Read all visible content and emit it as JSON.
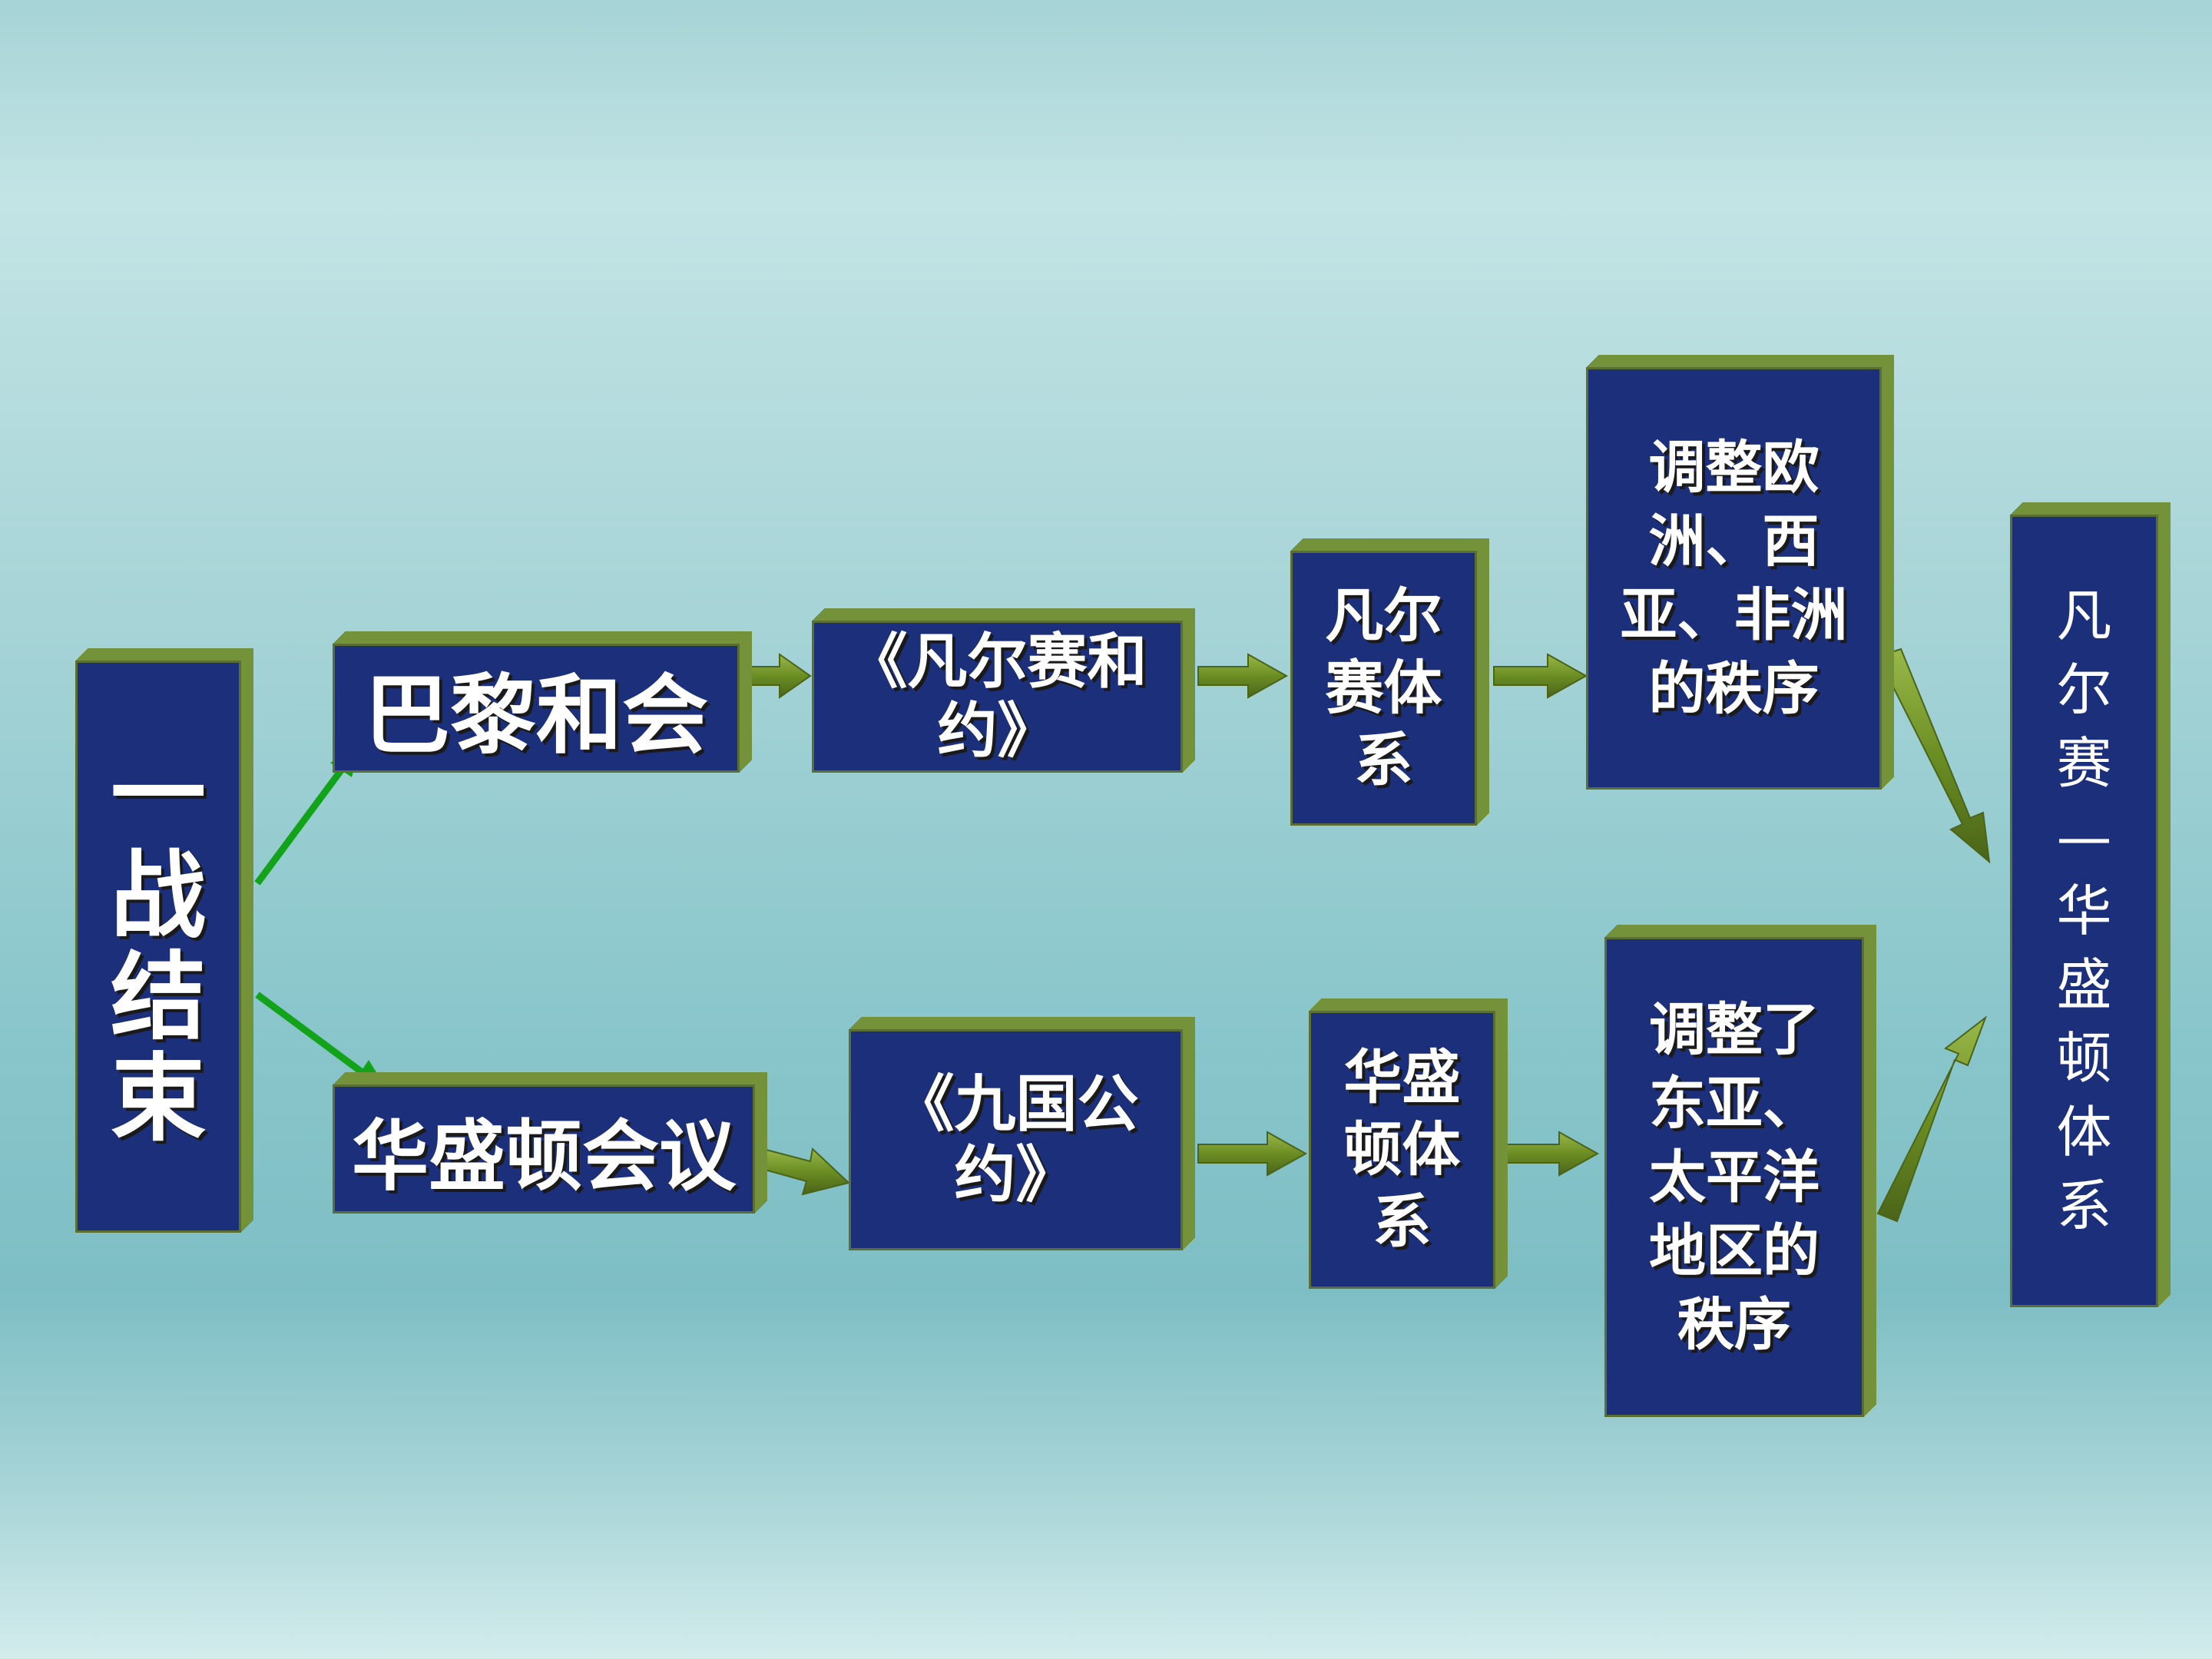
{
  "nodes": {
    "war_end": "一战结束",
    "paris": "巴黎和会",
    "washington": "华盛顿会议",
    "versailles_treaty": "《凡尔赛和约》",
    "nine_power_treaty": "《九国公约》",
    "versailles_system": "凡尔赛体系",
    "washington_system": "华盛顿体系",
    "europe_order": "调整欧洲、西亚、非洲的秩序",
    "east_asia_order": "调整了东亚、太平洋地区的秩序",
    "vw_system": "凡尔赛—华盛顿体系"
  },
  "colors": {
    "box_fill": "#1c2f7a",
    "box_side": "#74923a",
    "box_text": "#ffffff",
    "thin_arrow": "#13a31a",
    "block_arrow": "#6b8e23"
  }
}
